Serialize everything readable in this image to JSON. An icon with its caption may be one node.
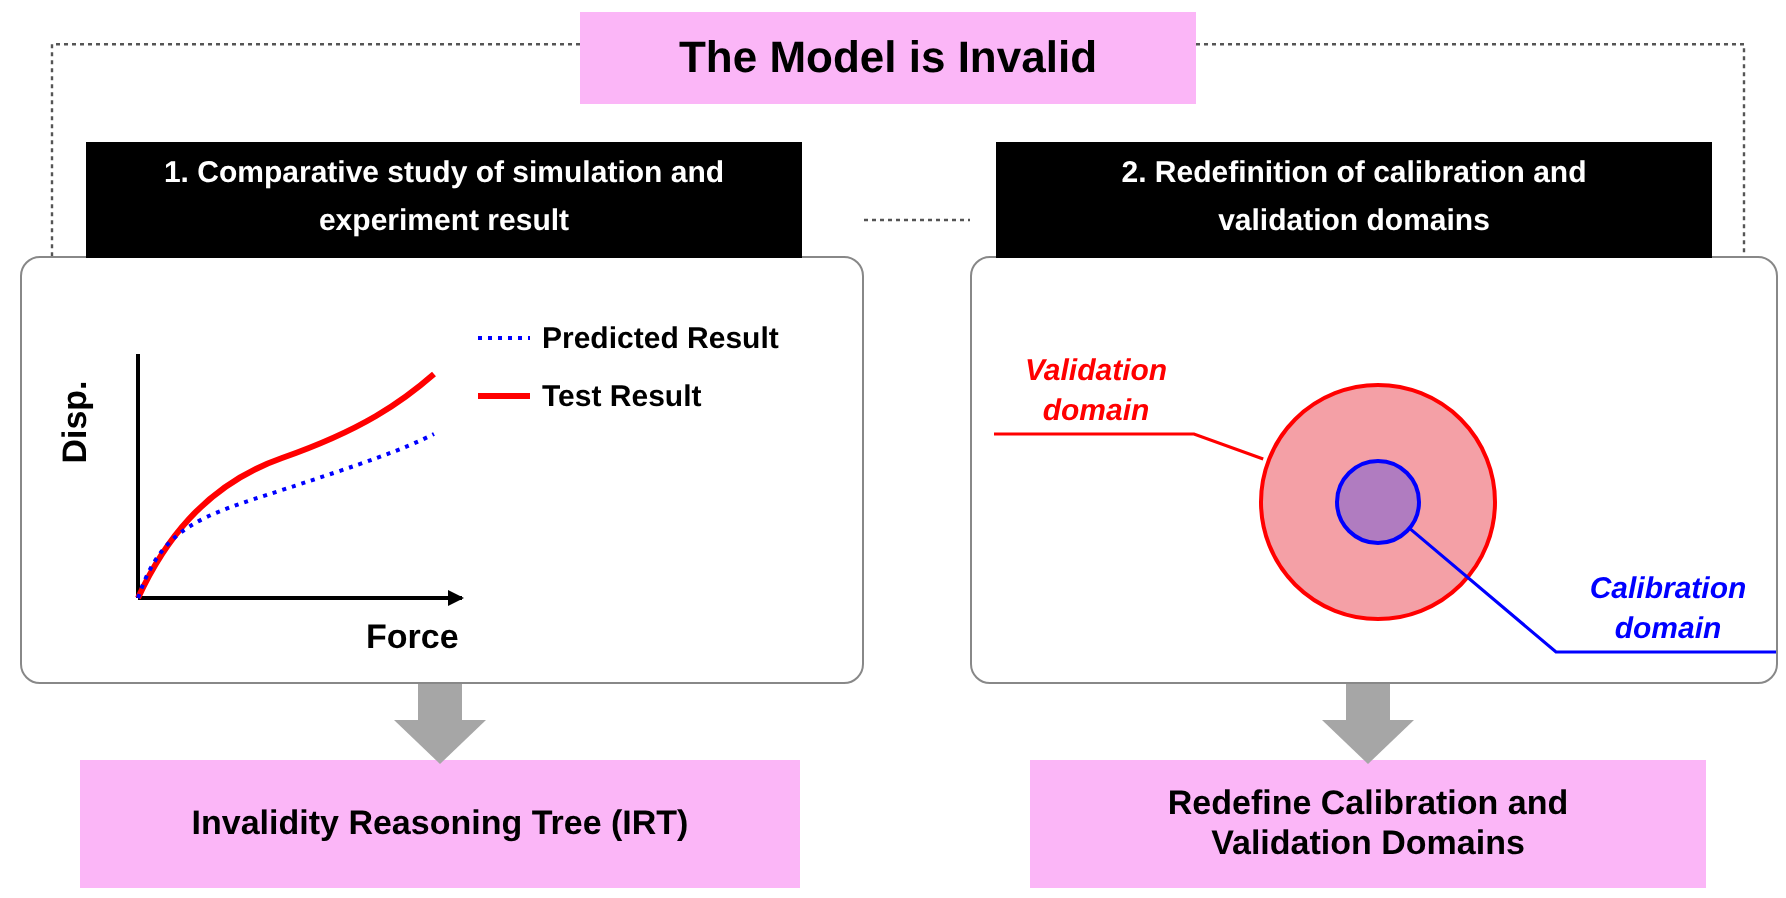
{
  "diagram": {
    "nodes": [
      {
        "text": [
          "The Model is Invalid"
        ]
      },
      {
        "text": [
          "1. Comparative study of simulation and experiment result"
        ]
      },
      {
        "text": [
          "2. Redefinition of calibration and validation domains"
        ]
      },
      {
        "text": [
          "Invalidity Reasoning Tree (IRT)"
        ]
      },
      {
        "text": [
          "Redefine Calibration and Validation Domains"
        ]
      },
      {
        "text": [
          "Validation domain"
        ],
        "in": 2
      },
      {
        "text": [],
        "shape": "circle",
        "in": 2
      },
      {
        "text": [],
        "shape": "circle",
        "in": 6
      },
      {
        "text": [
          "Calibration domain"
        ],
        "in": 2
      }
    ],
    "edges": [
      {
        "from": 0,
        "to": 1,
        "arrow": "none",
        "style": "dashed"
      },
      {
        "from": 0,
        "to": 2,
        "arrow": "none",
        "style": "dashed"
      },
      {
        "from": 1,
        "to": 2,
        "arrow": "none",
        "style": "dashed"
      },
      {
        "from": 1,
        "to": 3,
        "arrow": "to",
        "style": "thick",
        "color": "#a6a6a6"
      },
      {
        "from": 2,
        "to": 4,
        "arrow": "to",
        "style": "thick",
        "color": "#a6a6a6"
      },
      {
        "from": 5,
        "to": 6,
        "arrow": "none",
        "color": "#ff0000"
      },
      {
        "from": 8,
        "to": 7,
        "arrow": "none",
        "color": "#0000ff"
      }
    ],
    "labels": [
      "Disp.",
      "Force"
    ],
    "legend": [
      {
        "text": "Predicted Result"
      },
      {
        "text": "Test Result"
      }
    ]
  }
}
